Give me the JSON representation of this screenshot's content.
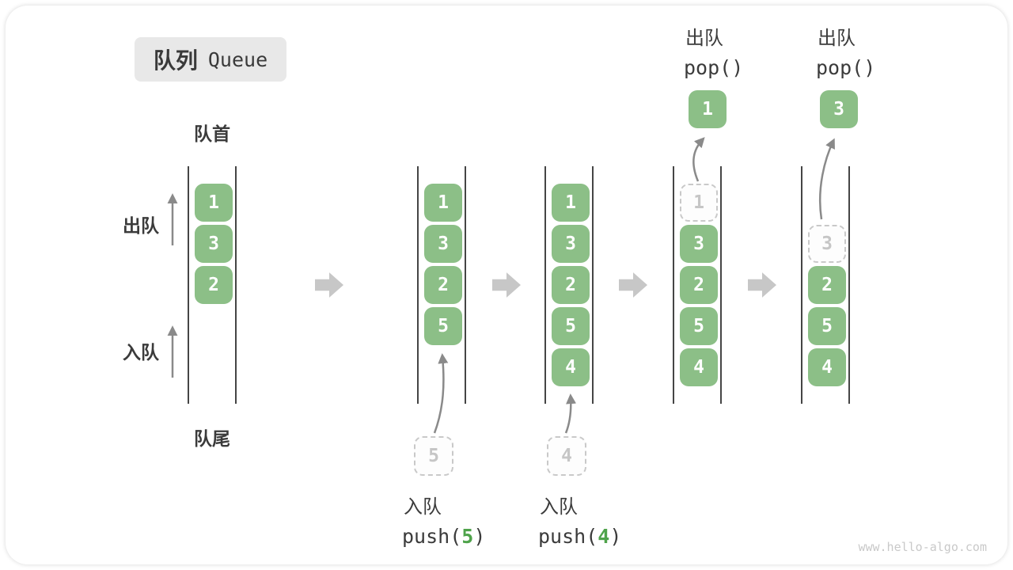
{
  "title": {
    "zh": "队列",
    "en": "Queue"
  },
  "labels": {
    "front": "队首",
    "rear": "队尾",
    "dequeue": "出队",
    "enqueue": "入队"
  },
  "colors": {
    "block_green": "#8CBF87",
    "accent_green": "#4FA34B",
    "queue_line": "#454545",
    "thin_arrow": "#8A8A8A",
    "transition_arrow": "#C7C7C7",
    "ghost_gray": "#C6C6C6",
    "title_bg": "#E8E8E8",
    "text_dark": "#3B3B3B"
  },
  "states": [
    {
      "blocks": [
        {
          "value": "1"
        },
        {
          "value": "3"
        },
        {
          "value": "2"
        }
      ]
    },
    {
      "blocks": [
        {
          "value": "1"
        },
        {
          "value": "3"
        },
        {
          "value": "2"
        },
        {
          "value": "5"
        }
      ],
      "staged": "5",
      "op": {
        "label": "入队",
        "prefix": "push(",
        "arg": "5",
        "suffix": ")"
      }
    },
    {
      "blocks": [
        {
          "value": "1"
        },
        {
          "value": "3"
        },
        {
          "value": "2"
        },
        {
          "value": "5"
        },
        {
          "value": "4"
        }
      ],
      "staged": "4",
      "op": {
        "label": "入队",
        "prefix": "push(",
        "arg": "4",
        "suffix": ")"
      }
    },
    {
      "blocks": [
        {
          "value": "1",
          "ghost": true
        },
        {
          "value": "3"
        },
        {
          "value": "2"
        },
        {
          "value": "5"
        },
        {
          "value": "4"
        }
      ],
      "popped": "1",
      "top_op": {
        "label": "出队",
        "code": "pop()"
      }
    },
    {
      "blocks": [
        {
          "value": "3",
          "ghost": true
        },
        {
          "value": "2"
        },
        {
          "value": "5"
        },
        {
          "value": "4"
        }
      ],
      "popped": "3",
      "top_op": {
        "label": "出队",
        "code": "pop()"
      }
    }
  ],
  "watermark": "www.hello-algo.com"
}
